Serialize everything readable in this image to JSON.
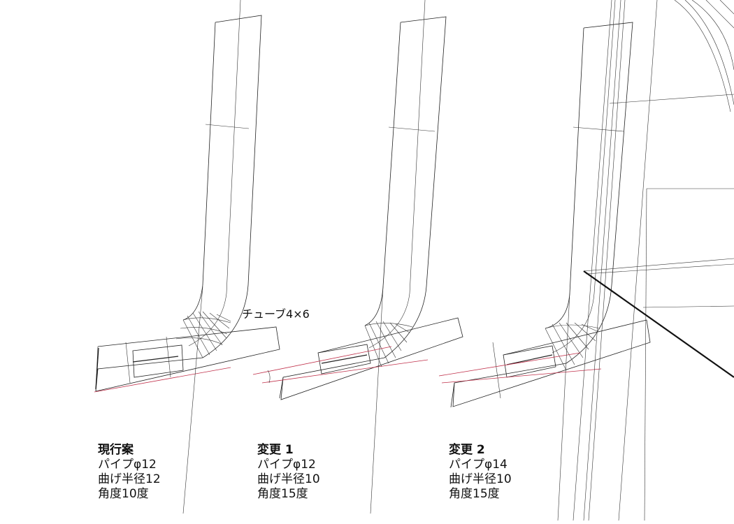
{
  "tube_label": "チューブ4×6",
  "variants": [
    {
      "title": "現行案",
      "pipe": "パイプφ12",
      "bend_radius": "曲げ半径12",
      "angle": "角度10度"
    },
    {
      "title": "変更 1",
      "pipe": "パイプφ12",
      "bend_radius": "曲げ半径10",
      "angle": "角度15度"
    },
    {
      "title": "変更 2",
      "pipe": "パイプφ14",
      "bend_radius": "曲げ半径10",
      "angle": "角度15度"
    }
  ],
  "colors": {
    "line": "#222222",
    "red_line": "#c0304a"
  }
}
